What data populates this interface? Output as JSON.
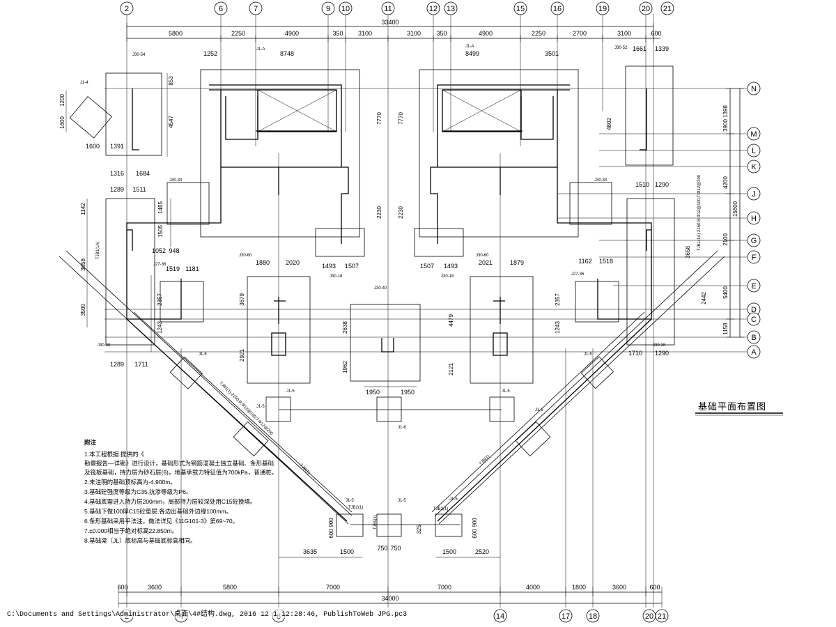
{
  "drawing_title": "基础平面布置图",
  "footer_path": "C:\\Documents and Settings\\Administrator\\桌面\\4#结构.dwg, 2016 12 1 12:28:46, PublishToWeb JPG.pc3",
  "axes": {
    "top": [
      "2",
      "6",
      "7",
      "9",
      "10",
      "11",
      "12",
      "13",
      "15",
      "16",
      "19",
      "20",
      "21"
    ],
    "bottom": [
      "2",
      "4",
      "8",
      "14",
      "17",
      "18",
      "20",
      "21"
    ],
    "right": [
      "N",
      "M",
      "L",
      "K",
      "J",
      "H",
      "G",
      "F",
      "E",
      "D",
      "C",
      "B",
      "A"
    ]
  },
  "top_total": "33400",
  "top_dims": [
    "5800",
    "2250",
    "4900",
    "350",
    "3100",
    "3100",
    "350",
    "4900",
    "2250",
    "2700",
    "3100",
    "600"
  ],
  "bottom_total": "34000",
  "bottom_dims": [
    "600",
    "3600",
    "5800",
    "7000",
    "7000",
    "4000",
    "1800",
    "3600",
    "600"
  ],
  "right_dims": [
    "1398",
    "3900",
    "4200",
    "2100",
    "5400",
    "1158"
  ],
  "right_total": "15600",
  "left_dims_v": [
    "1200",
    "1600",
    "4547",
    "853",
    "1142",
    "3658",
    "3500",
    "1485",
    "1505",
    "2357",
    "1243"
  ],
  "interior_h": [
    "1252",
    "8748",
    "8499",
    "3501",
    "1661",
    "1339",
    "1600",
    "1391",
    "1316",
    "1684",
    "1289",
    "1511",
    "1510",
    "1290",
    "1052",
    "948",
    "1880",
    "2020",
    "2021",
    "1879",
    "1493",
    "1507",
    "1507",
    "1493",
    "1519",
    "1181",
    "1162",
    "1518",
    "1289",
    "1711",
    "1710",
    "1290",
    "1950",
    "1950",
    "3635",
    "1500",
    "750",
    "750",
    "1500",
    "2520"
  ],
  "interior_v": [
    "7770",
    "7770",
    "2230",
    "2230",
    "3679",
    "2921",
    "2638",
    "1962",
    "4479",
    "2121",
    "2357",
    "1243",
    "4802",
    "2442",
    "900",
    "600",
    "900",
    "600",
    "325",
    "3658"
  ],
  "tags": {
    "J30_54": "J30-54",
    "J1_4": "J1-4",
    "J1A": "J1-A",
    "J30_52": "J30-52",
    "J30_30a": "J30-30",
    "J30_30b": "J30-30",
    "J30_60a": "J30-60",
    "J30_60b": "J30-60",
    "J30_40": "J30-40",
    "J30_18a": "J30-18",
    "J30_18b": "J30-18",
    "J27_36a": "J27-36",
    "J27_36b": "J27-36",
    "J30_38a": "J30-38",
    "J30_38b": "J30-38",
    "J1_5": "J1-5",
    "J1_6": "J1-6",
    "TJB1_left": "TJB1(1A)",
    "TJB1_right": "TJB1(1A) 2150 B:Φ12@100;T:Φ12@200",
    "TJB_mid": "TJBs(1)",
    "TJB_a": "TJB(1)",
    "TJB_b": "TJB2(1)",
    "beam_left": "TJB1(1)-2150 B:Φ12@100;T:Φ12@200"
  },
  "notes": {
    "heading": "附注",
    "lines": [
      "1.本工程根据        提供的《",
      "勘察报告—详勘》进行设计，基础形式为钢筋混凝土独立基础、条形基础",
      "及筏板基础，持力层为砂石层(6)，地基承载力特征值为700kPa，普通桩。",
      "2.未注明的基础顶标高为-4.900m。",
      "3.基础砼强度等级为C35,抗渗等级为P6。",
      "4.基础底需进入持力层200mm，局部持力层较深处用C15砼换填。",
      "5.基础下做100厚C15砼垫层,各边出基础外边缘100mm。",
      "6.条形基础采用平法注，做法详见《11G101-3》第69~70。",
      "7.±0.000相当于绝对标高22.850m。",
      "8.基础梁（JL）底标高与基础底标高相同。"
    ]
  }
}
